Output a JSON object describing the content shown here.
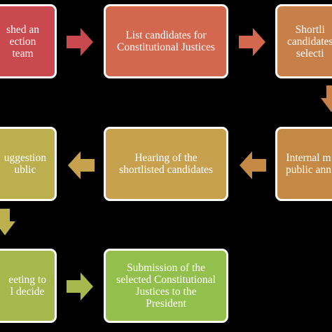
{
  "flowchart": {
    "steps": [
      {
        "text": "shed an\nection team",
        "color": "#c9494e"
      },
      {
        "text": "List candidates for\nConstitutional Justices",
        "color": "#d3684f"
      },
      {
        "text": "Shortli\ncandidates\nselecti",
        "color": "#c8804a"
      },
      {
        "text": "Internal m\npublic ann",
        "color": "#c48a45"
      },
      {
        "text": "Hearing of the\nshortlisted candidates",
        "color": "#c8a14f"
      },
      {
        "text": "uggestion\nublic",
        "color": "#bcb04e"
      },
      {
        "text": "eeting to\nl decide",
        "color": "#a6b84e"
      },
      {
        "text": "Submission of the\nselected Constitutional\nJustices to the\nPresident",
        "color": "#93c04c"
      }
    ],
    "arrow_colors": {
      "a1": "#c9494e",
      "a2": "#d3684f",
      "a3": "#c8804a",
      "a4": "#c48a45",
      "a5": "#c8a14f",
      "a6": "#bcb04e",
      "a7": "#a6b84e"
    }
  }
}
